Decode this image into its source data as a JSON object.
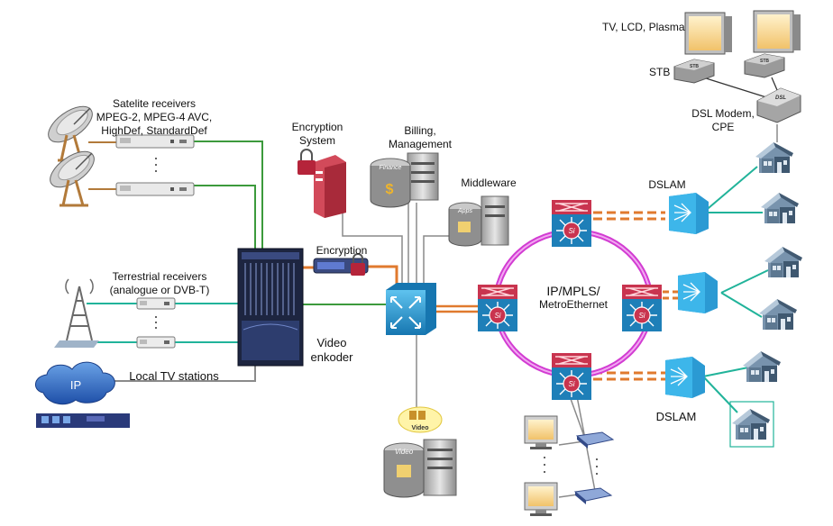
{
  "labels": {
    "satellite": [
      "Satelite receivers",
      "MPEG-2, MPEG-4 AVC,",
      "HighDef, StandardDef"
    ],
    "encryption_system": [
      "Encryption",
      "System"
    ],
    "billing": [
      "Billing,",
      "Management"
    ],
    "middleware": "Middleware",
    "dslam_top": "DSLAM",
    "dslam_bottom": "DSLAM",
    "terrestrial": [
      "Terrestrial receivers",
      "(analogue or DVB-T)"
    ],
    "encryption": "Encryption",
    "ip_mpls": [
      "IP/MPLS/",
      "MetroEthernet"
    ],
    "video_encoder": [
      "Video",
      "enkoder"
    ],
    "ip_cloud": "IP",
    "local_tv": "Local TV stations",
    "tv": "TV, LCD, Plasma",
    "stb": "STB",
    "dsl_modem": [
      "DSL Modem,",
      "CPE"
    ],
    "finance_disk": "Finance",
    "apps_disk": "Apps",
    "video_disk": "Video",
    "video_badge": "Video",
    "stb_box": "STB",
    "dsl_box": "DSL"
  },
  "colors": {
    "green_line": "#3c9a3c",
    "teal_line": "#21b39a",
    "orange_line": "#e07a2e",
    "gray_line": "#8a8a8a",
    "ring": "#d23cd2",
    "switch_blue": "#1f8fc4",
    "router_red": "#b5243a",
    "house_blue": "#5d7891"
  }
}
